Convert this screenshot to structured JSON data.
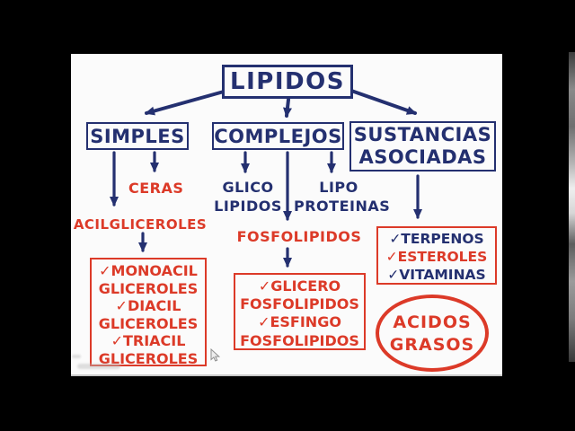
{
  "palette": {
    "navy": "#243070",
    "red": "#dc3a28",
    "slide_bg": "#fbfbfb",
    "page_bg": "#000000"
  },
  "diagram": {
    "root": {
      "label": "LIPIDOS"
    },
    "branches": {
      "simples": {
        "label": "SIMPLES"
      },
      "complejos": {
        "label": "COMPLEJOS"
      },
      "sustancias": {
        "line1": "SUSTANCIAS",
        "line2": "ASOCIADAS"
      }
    },
    "simples_children": {
      "ceras": "CERAS",
      "acilgliceroles": "ACILGLICEROLES",
      "acil_box": {
        "lines": [
          "✓MONOACIL",
          "GLICEROLES",
          "✓DIACIL",
          "GLICEROLES",
          "✓TRIACIL",
          "GLICEROLES"
        ]
      }
    },
    "complejos_children": {
      "glico": {
        "line1": "GLICO",
        "line2": "LIPIDOS"
      },
      "lipo": {
        "line1": "LIPO",
        "line2": "PROTEINAS"
      },
      "fosfolipidos": "FOSFOLIPIDOS",
      "fosfo_box": {
        "lines": [
          "✓GLICERO",
          "FOSFOLIPIDOS",
          "✓ESFINGO",
          "FOSFOLIPIDOS"
        ]
      }
    },
    "sustancias_children": {
      "asociadas_box": {
        "lines": [
          {
            "text": "✓TERPENOS",
            "color": "navy"
          },
          {
            "text": "✓ESTEROLES",
            "color": "red"
          },
          {
            "text": "✓VITAMINAS",
            "color": "navy"
          }
        ]
      },
      "acidos_ellipse": {
        "line1": "ACIDOS",
        "line2": "GRASOS"
      }
    }
  }
}
